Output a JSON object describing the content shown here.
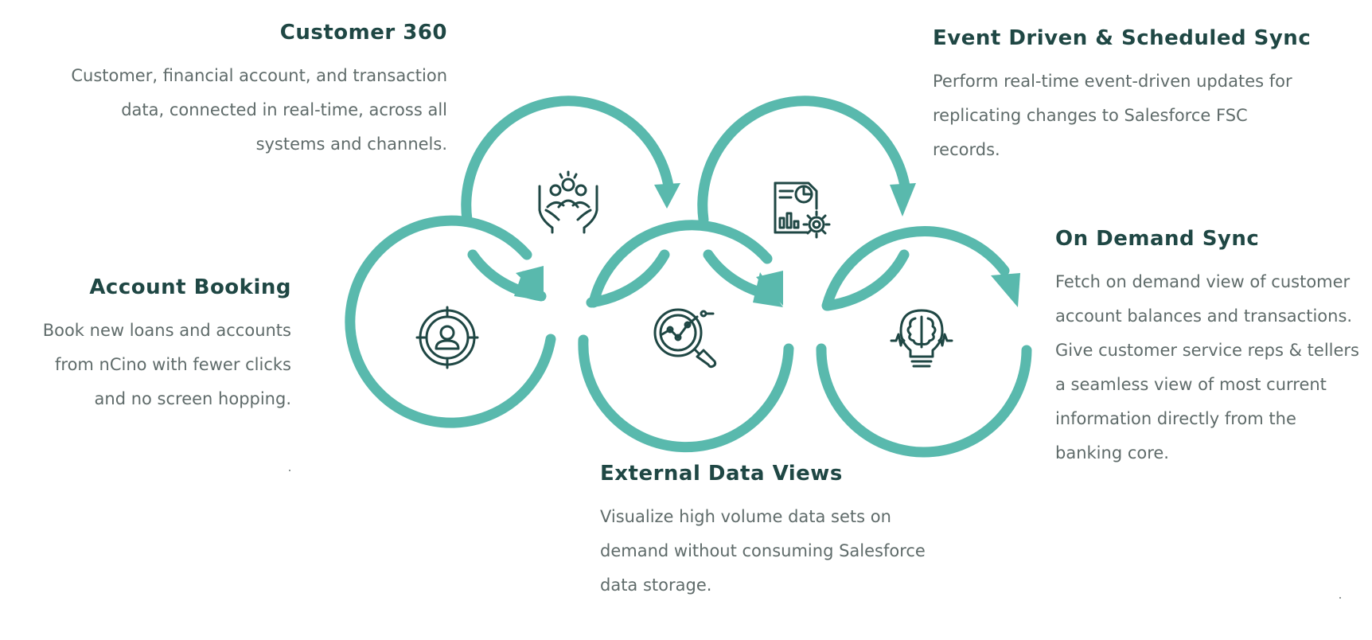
{
  "colors": {
    "ring": "#59b9ad",
    "icon": "#1f4744",
    "title": "#1f4744",
    "body": "#5f6b6a"
  },
  "features": {
    "customer360": {
      "title": "Customer 360",
      "body": "Customer, financial account, and transaction data, connected in real-time, across all systems and channels."
    },
    "event_sync": {
      "title": "Event Driven & Scheduled Sync",
      "body": "Perform real-time event-driven updates for replicating changes to Salesforce FSC records."
    },
    "account_booking": {
      "title": "Account Booking",
      "body": "Book new loans and accounts from nCino with fewer clicks and no screen hopping."
    },
    "on_demand_sync": {
      "title": "On Demand Sync",
      "body": "Fetch on demand view of customer account balances and transactions. Give customer service reps & tellers a seamless view of most current information directly from the banking core."
    },
    "external_views": {
      "title": "External Data Views",
      "body": "Visualize high volume data sets on demand without consuming Salesforce data storage."
    }
  },
  "icons": {
    "customer360": "hands-holding-people-icon",
    "event_sync": "report-gear-icon",
    "account_booking": "target-person-icon",
    "external_views": "magnifier-chart-icon",
    "on_demand_sync": "lightbulb-brain-icon"
  }
}
